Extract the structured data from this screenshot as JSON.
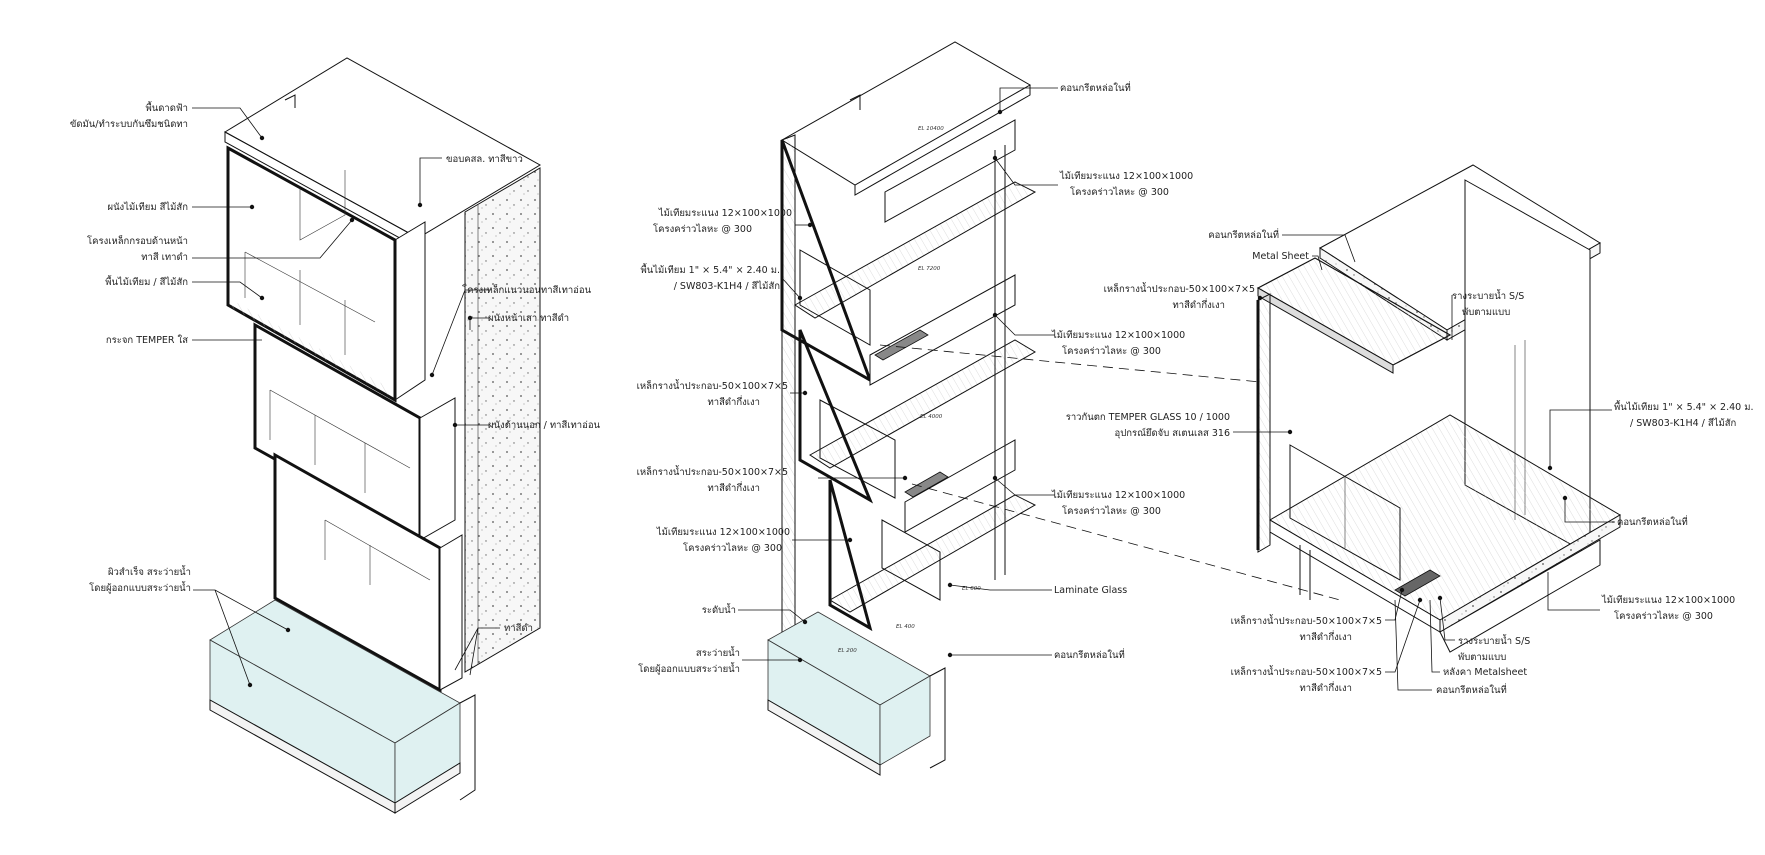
{
  "left_model": {
    "labels": [
      "พื้นดาดฟ้า",
      "ขัดมัน/ทำระบบกันซึมชนิดทา",
      "ผนังไม้เทียม สีไม้สัก",
      "โครงเหล็กกรอบด้านหน้า",
      "ทาสี เทาดำ",
      "พื้นไม้เทียม / สีไม้สัก",
      "กระจก TEMPER ใส",
      "ขอบคสล. ทาสีขาว",
      "โครงเหล็กแนวนอนทาสีเทาอ่อน",
      "ผนังหน้าเสา ทาสีดำ",
      "ผนังด้านนอก / ทาสีเทาอ่อน",
      "ผิวสำเร็จ สระว่ายน้ำ",
      "โดยผู้ออกแบบสระว่ายน้ำ",
      "ทาสีดำ"
    ]
  },
  "middle_model": {
    "labels": [
      "คอนกรีตหล่อในที่",
      "ไม้เทียมระแนง 12×100×1000",
      "โครงคร่าวไลหะ @ 300",
      "ไม้เทียมระแนง 12×100×1000",
      "โครงคร่าวไลหะ @ 300",
      "พื้นไม้เทียม  1\" × 5.4\" × 2.40 ม.",
      "/ SW803-K1H4 / สีไม้สัก",
      "ไม้เทียมระแนง 12×100×1000",
      "โครงคร่าวไลหะ @ 300",
      "เหล็กรางน้ำประกอบ-50×100×7×5",
      "ทาสีดำกึ่งเงา",
      "เหล็กรางน้ำประกอบ-50×100×7×5",
      "ทาสีดำกึ่งเงา",
      "ไม้เทียมระแนง 12×100×1000",
      "โครงคร่าวไลหะ @ 300",
      "ไม้เทียมระแนง 12×100×1000",
      "โครงคร่าวไลหะ @ 300",
      "Laminate Glass",
      "ระดับน้ำ",
      "สระว่ายน้ำ",
      "โดยผู้ออกแบบสระว่ายน้ำ",
      "คอนกรีตหล่อในที่"
    ],
    "elevations": [
      "EL 10400",
      "EL 7200",
      "EL 4000",
      "EL 600",
      "EL 400",
      "EL 200"
    ]
  },
  "right_model": {
    "labels": [
      "คอนกรีตหล่อในที่",
      "Metal Sheet",
      "เหล็กรางน้ำประกอบ-50×100×7×5",
      "ทาสีดำกึ่งเงา",
      "รางระบายน้ำ S/S",
      "พับตามแบบ",
      "ราวกันตก TEMPER GLASS 10 / 1000",
      "อุปกรณ์ยึดจับ สเตนเลส 316",
      "พื้นไม้เทียม  1\" × 5.4\" × 2.40 ม.",
      "/ SW803-K1H4 / สีไม้สัก",
      "คอนกรีตหล่อในที่",
      "ไม้เทียมระแนง 12×100×1000",
      "โครงคร่าวไลหะ @ 300",
      "เหล็กรางน้ำประกอบ-50×100×7×5",
      "ทาสีดำกึ่งเงา",
      "รางระบายน้ำ S/S",
      "พับตามแบบ",
      "เหล็กรางน้ำประกอบ-50×100×7×5",
      "ทาสีดำกึ่งเงา",
      "หลังคา Metalsheet",
      "คอนกรีตหล่อในที่"
    ]
  }
}
